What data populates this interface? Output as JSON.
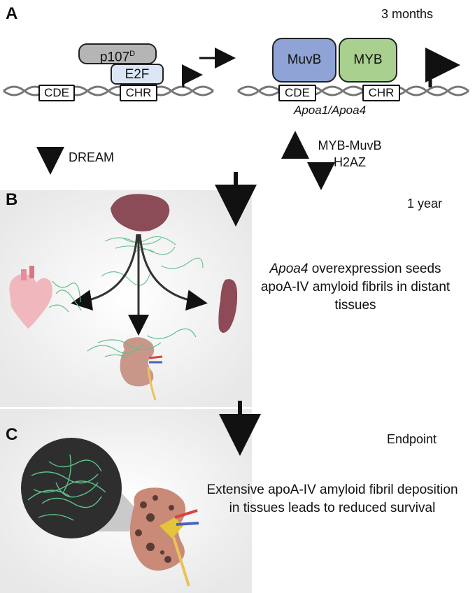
{
  "panelA": {
    "letter": "A",
    "time": "3 months",
    "left": {
      "p107": "p107",
      "p107_sup": "D",
      "e2f": "E2F",
      "cde": "CDE",
      "chr": "CHR"
    },
    "right": {
      "muvb": "MuvB",
      "myb": "MYB",
      "cde": "CDE",
      "chr": "CHR",
      "gene": "Apoa1/Apoa4"
    },
    "down_left": "DREAM",
    "changes": [
      "MYB-MuvB",
      "H2AZ"
    ]
  },
  "panelB": {
    "letter": "B",
    "time": "1 year",
    "text_italic": "Apoa4",
    "text_rest": " overexpression seeds apoA-IV amyloid fibrils in distant tissues"
  },
  "panelC": {
    "letter": "C",
    "time": "Endpoint",
    "text": "Extensive apoA-IV amyloid fibril deposition in tissues leads to reduced survival"
  },
  "colors": {
    "muvb": "#8fa3d6",
    "myb": "#a9d08e",
    "e2f": "#dde6f7",
    "p107": "#b5b5b5",
    "liver": "#8b4c57",
    "spleen": "#8e4a56",
    "kidney": "#c9978a",
    "heart": "#f0b8bd",
    "fibril": "#5fbf8a"
  }
}
